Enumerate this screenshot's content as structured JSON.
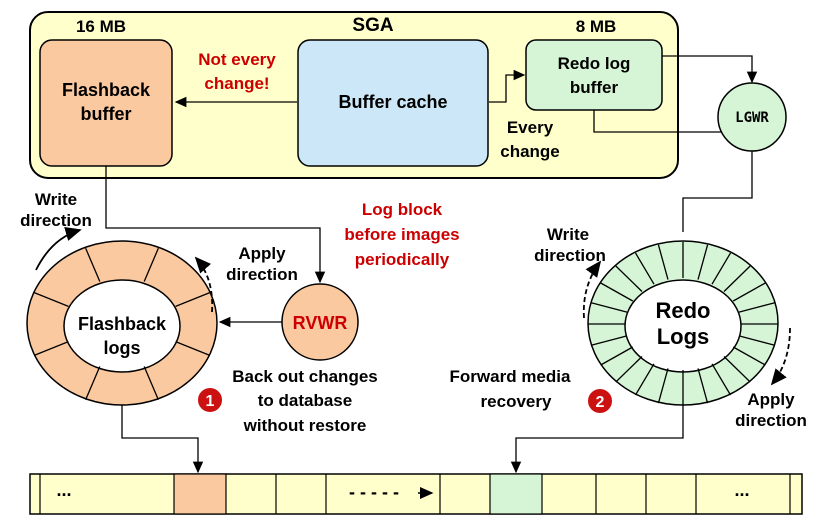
{
  "sga": {
    "title": "SGA",
    "flashback_size": "16 MB",
    "redo_size": "8 MB",
    "flashback_buffer": [
      "Flashback",
      "buffer"
    ],
    "buffer_cache": "Buffer cache",
    "redo_log_buffer": [
      "Redo log",
      "buffer"
    ],
    "not_every_change": [
      "Not every",
      "change!"
    ],
    "every_change": [
      "Every",
      "change"
    ]
  },
  "lgwr": "LGWR",
  "rvwr": "RVWR",
  "log_block_note": [
    "Log block",
    "before images",
    "periodically"
  ],
  "flashback_logs": {
    "label": [
      "Flashback",
      "logs"
    ],
    "write_direction": [
      "Write",
      "direction"
    ],
    "apply_direction": [
      "Apply",
      "direction"
    ]
  },
  "redo_logs": {
    "label": [
      "Redo",
      "Logs"
    ],
    "write_direction": [
      "Write",
      "direction"
    ],
    "apply_direction": [
      "Apply",
      "direction"
    ]
  },
  "step1": {
    "number": "1",
    "text": [
      "Back out changes",
      "to database",
      "without restore"
    ]
  },
  "step2": {
    "number": "2",
    "text": [
      "Forward media",
      "recovery"
    ]
  },
  "datafile_strip": {
    "left_ellipsis": "...",
    "dashes": "- - - - -",
    "right_ellipsis": "..."
  },
  "colors": {
    "sga_fill": "#ffffcc",
    "flashback_fill": "#fbc9a0",
    "buffer_fill": "#cce8f8",
    "redo_fill": "#d6f5d6",
    "strip_fill": "#ffffcc",
    "badge_red": "#cc1111"
  }
}
